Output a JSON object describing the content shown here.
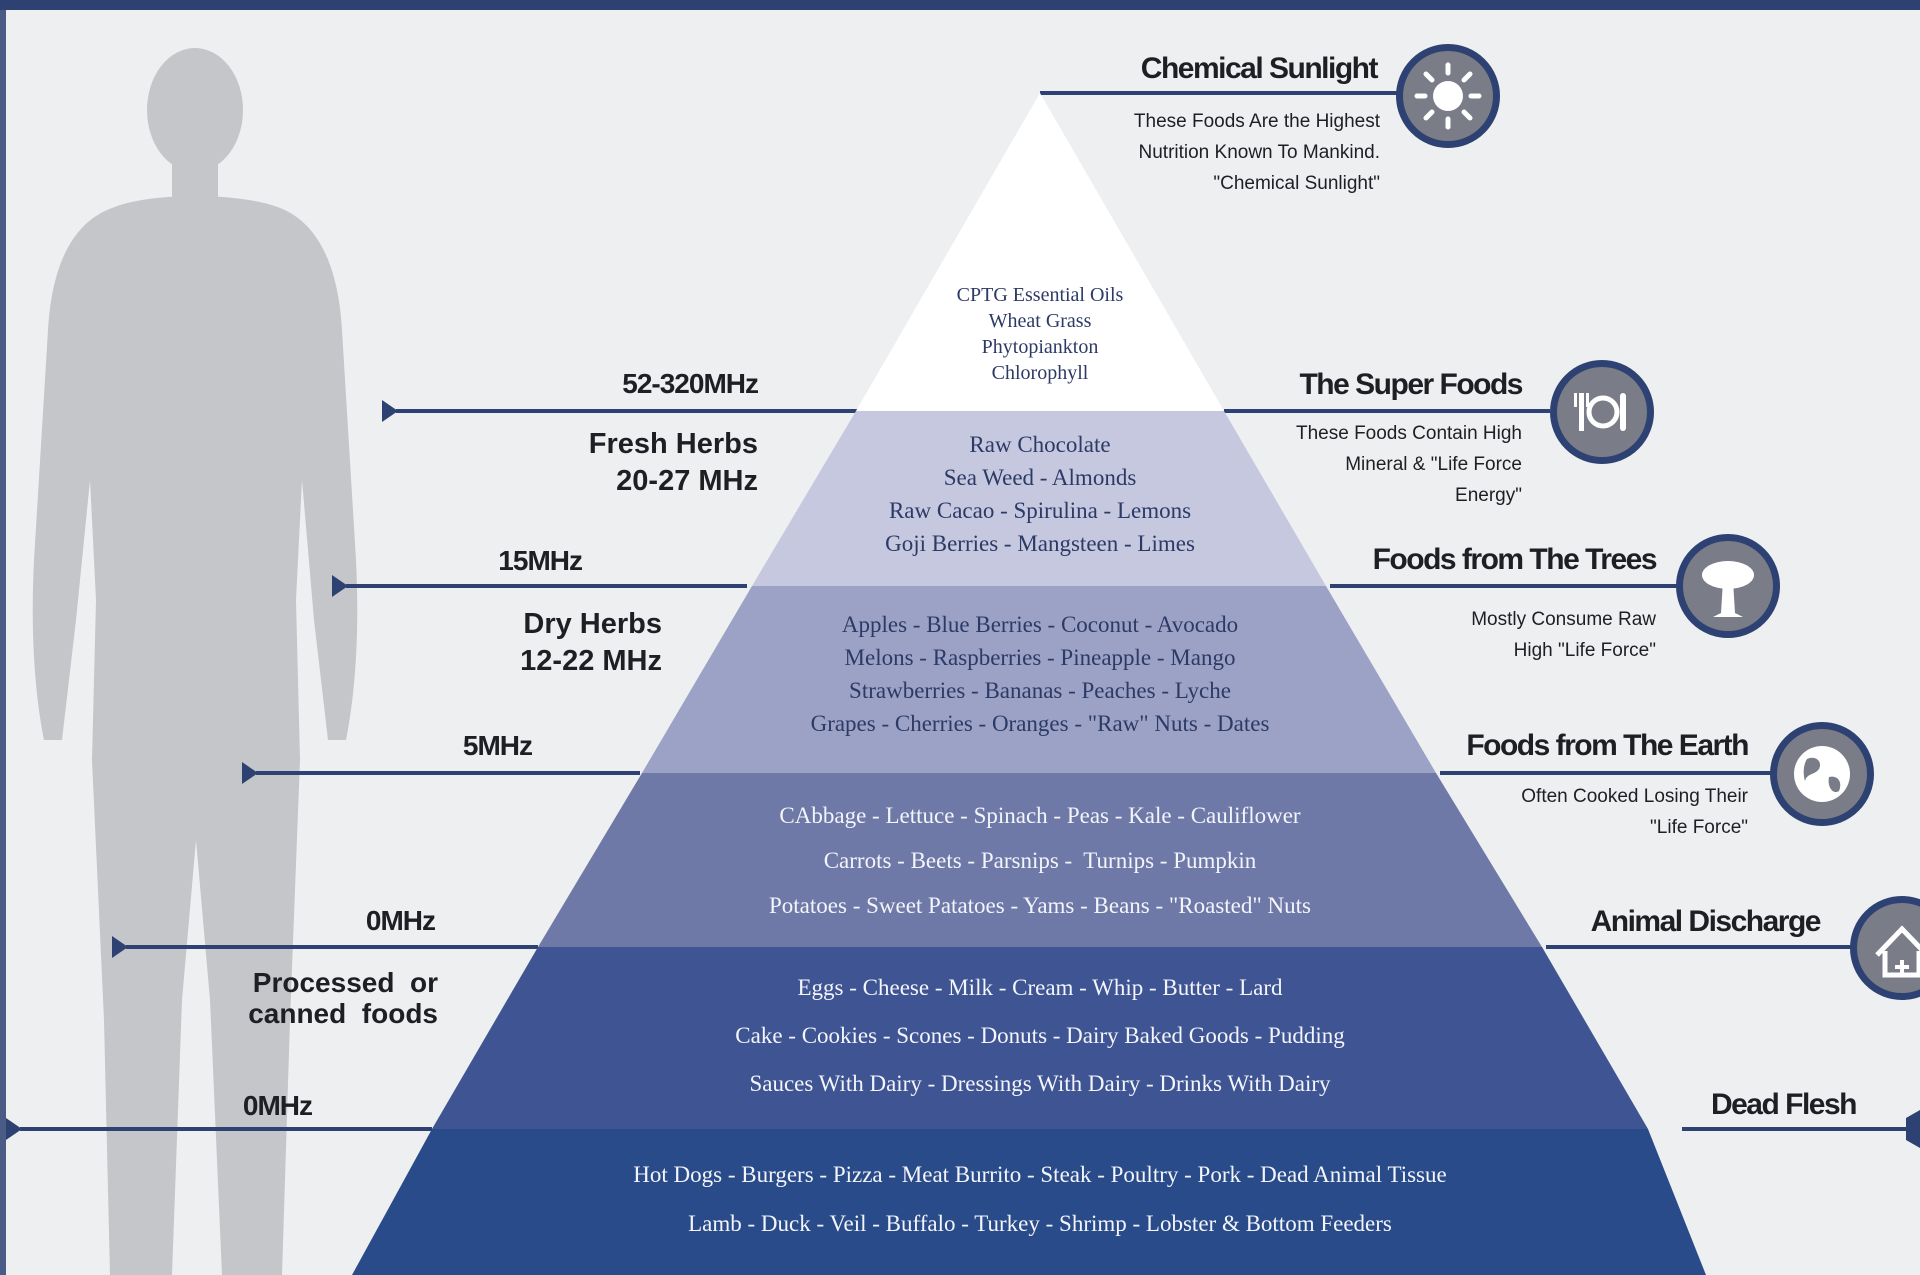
{
  "colors": {
    "navy": "#2d4272",
    "tier_top": "#ffffff",
    "tier_2": "#c5c8df",
    "tier_3": "#9ba2c6",
    "tier_4": "#6f79a8",
    "tier_5": "#3f5493",
    "tier_6": "#2a4b89",
    "icon_fill": "#7a7d87"
  },
  "levels": [
    {
      "frequency": "52-320MHz",
      "category": "The Super Foods",
      "description": [
        "These Foods Contain High",
        "Mineral & \"Life Force",
        "Energy\""
      ],
      "icon": "cutlery-icon"
    },
    {
      "frequency": "15MHz",
      "category": "Foods from The Trees",
      "description": [
        "Mostly Consume Raw",
        "High \"Life Force\""
      ],
      "icon": "tree-icon"
    },
    {
      "frequency": "5MHz",
      "category": "Foods from The Earth",
      "description": [
        "Often Cooked Losing Their",
        "\"Life Force\""
      ],
      "icon": "globe-icon"
    },
    {
      "frequency": "0MHz",
      "category": "Animal Discharge",
      "description": [],
      "icon": "house-icon"
    },
    {
      "frequency": "0MHz",
      "category": "Dead Flesh",
      "description": [],
      "icon": ""
    }
  ],
  "apex": {
    "category": "Chemical Sunlight",
    "description": [
      "These Foods Are the Highest",
      "Nutrition Known To Mankind.",
      "\"Chemical Sunlight\""
    ],
    "icon": "sun-icon"
  },
  "herbs": [
    {
      "lines": [
        "Fresh Herbs",
        "20-27 MHz"
      ]
    },
    {
      "lines": [
        "Dry Herbs",
        "12-22 MHz"
      ]
    },
    {
      "lines": [
        "Processed  or",
        "canned  foods"
      ]
    }
  ],
  "tiers": [
    {
      "lines": [
        "CPTG Essential Oils",
        "Wheat Grass",
        "Phytopiankton",
        "Chlorophyll"
      ]
    },
    {
      "lines": [
        "Raw Chocolate",
        "Sea Weed - Almonds",
        "Raw Cacao - Spirulina - Lemons",
        "Goji Berries - Mangsteen - Limes"
      ]
    },
    {
      "lines": [
        "Apples - Blue Berries - Coconut - Avocado",
        "Melons - Raspberries - Pineapple - Mango",
        "Strawberries - Bananas - Peaches - Lyche",
        "Grapes - Cherries - Oranges - \"Raw\" Nuts - Dates"
      ]
    },
    {
      "lines": [
        "CAbbage - Lettuce - Spinach - Peas - Kale - Cauliflower",
        "Carrots - Beets - Parsnips -  Turnips - Pumpkin",
        "Potatoes - Sweet Patatoes - Yams - Beans - \"Roasted\" Nuts"
      ]
    },
    {
      "lines": [
        "Eggs - Cheese - Milk - Cream - Whip - Butter - Lard",
        "Cake - Cookies - Scones - Donuts - Dairy Baked Goods - Pudding",
        "Sauces With Dairy - Dressings With Dairy - Drinks With Dairy"
      ]
    },
    {
      "lines": [
        "Hot Dogs - Burgers - Pizza - Meat Burrito - Steak - Poultry - Pork - Dead Animal Tissue",
        "Lamb - Duck - Veil - Buffalo - Turkey - Shrimp - Lobster & Bottom Feeders"
      ]
    }
  ]
}
